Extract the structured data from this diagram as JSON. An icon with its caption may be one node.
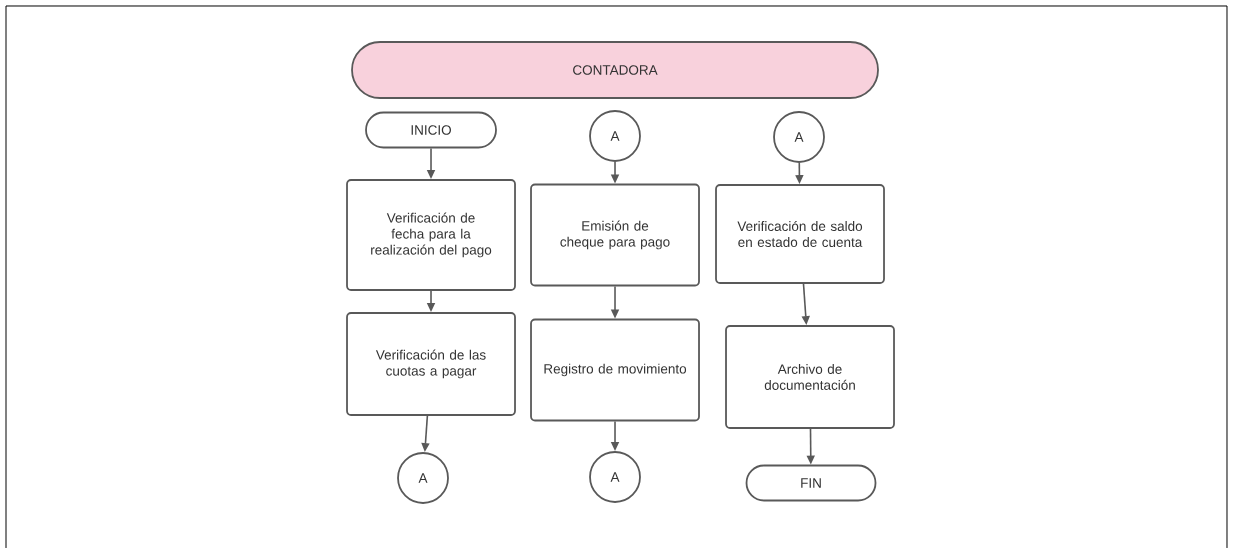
{
  "diagram": {
    "nodes": [
      {
        "text": [
          "CONTADORA"
        ]
      },
      {
        "text": [
          "INICIO"
        ]
      },
      {
        "text": [
          "Verificación de fecha para la realización del pago"
        ]
      },
      {
        "text": [
          "Verificación de las cuotas a pagar"
        ]
      },
      {
        "text": [
          "A"
        ]
      },
      {
        "text": [
          "A"
        ]
      },
      {
        "text": [
          "Emisión de cheque para pago"
        ]
      },
      {
        "text": [
          "Registro de movimiento"
        ]
      },
      {
        "text": [
          "A"
        ]
      },
      {
        "text": [
          "A"
        ]
      },
      {
        "text": [
          "Verificación de saldo en estado de cuenta"
        ]
      },
      {
        "text": [
          "Archivo de documentación"
        ]
      },
      {
        "text": [
          "FIN"
        ]
      }
    ],
    "edges": [
      {
        "from": 1,
        "to": 2,
        "arrow": "to"
      },
      {
        "from": 2,
        "to": 3,
        "arrow": "to"
      },
      {
        "from": 3,
        "to": 4,
        "arrow": "to"
      },
      {
        "from": 5,
        "to": 6,
        "arrow": "to"
      },
      {
        "from": 6,
        "to": 7,
        "arrow": "to"
      },
      {
        "from": 7,
        "to": 8,
        "arrow": "to"
      },
      {
        "from": 9,
        "to": 10,
        "arrow": "to"
      },
      {
        "from": 10,
        "to": 11,
        "arrow": "to"
      },
      {
        "from": 11,
        "to": 12,
        "arrow": "to"
      }
    ]
  }
}
